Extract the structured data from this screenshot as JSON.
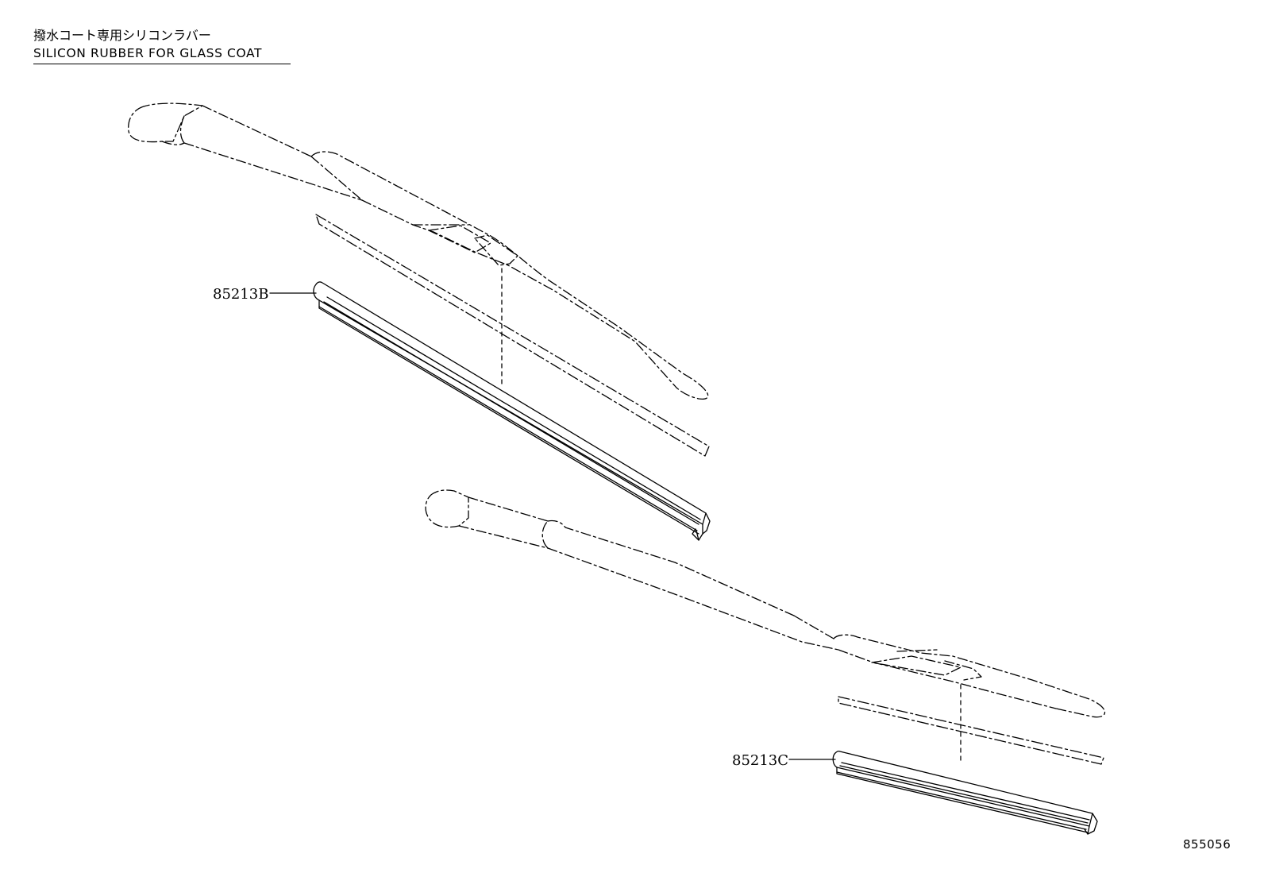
{
  "heading": {
    "japanese": "撥水コート専用シリコンラバー",
    "english": "SILICON RUBBER FOR GLASS COAT"
  },
  "callouts": {
    "upper_part": "85213B",
    "lower_part": "85213C"
  },
  "figure_number": "855056"
}
